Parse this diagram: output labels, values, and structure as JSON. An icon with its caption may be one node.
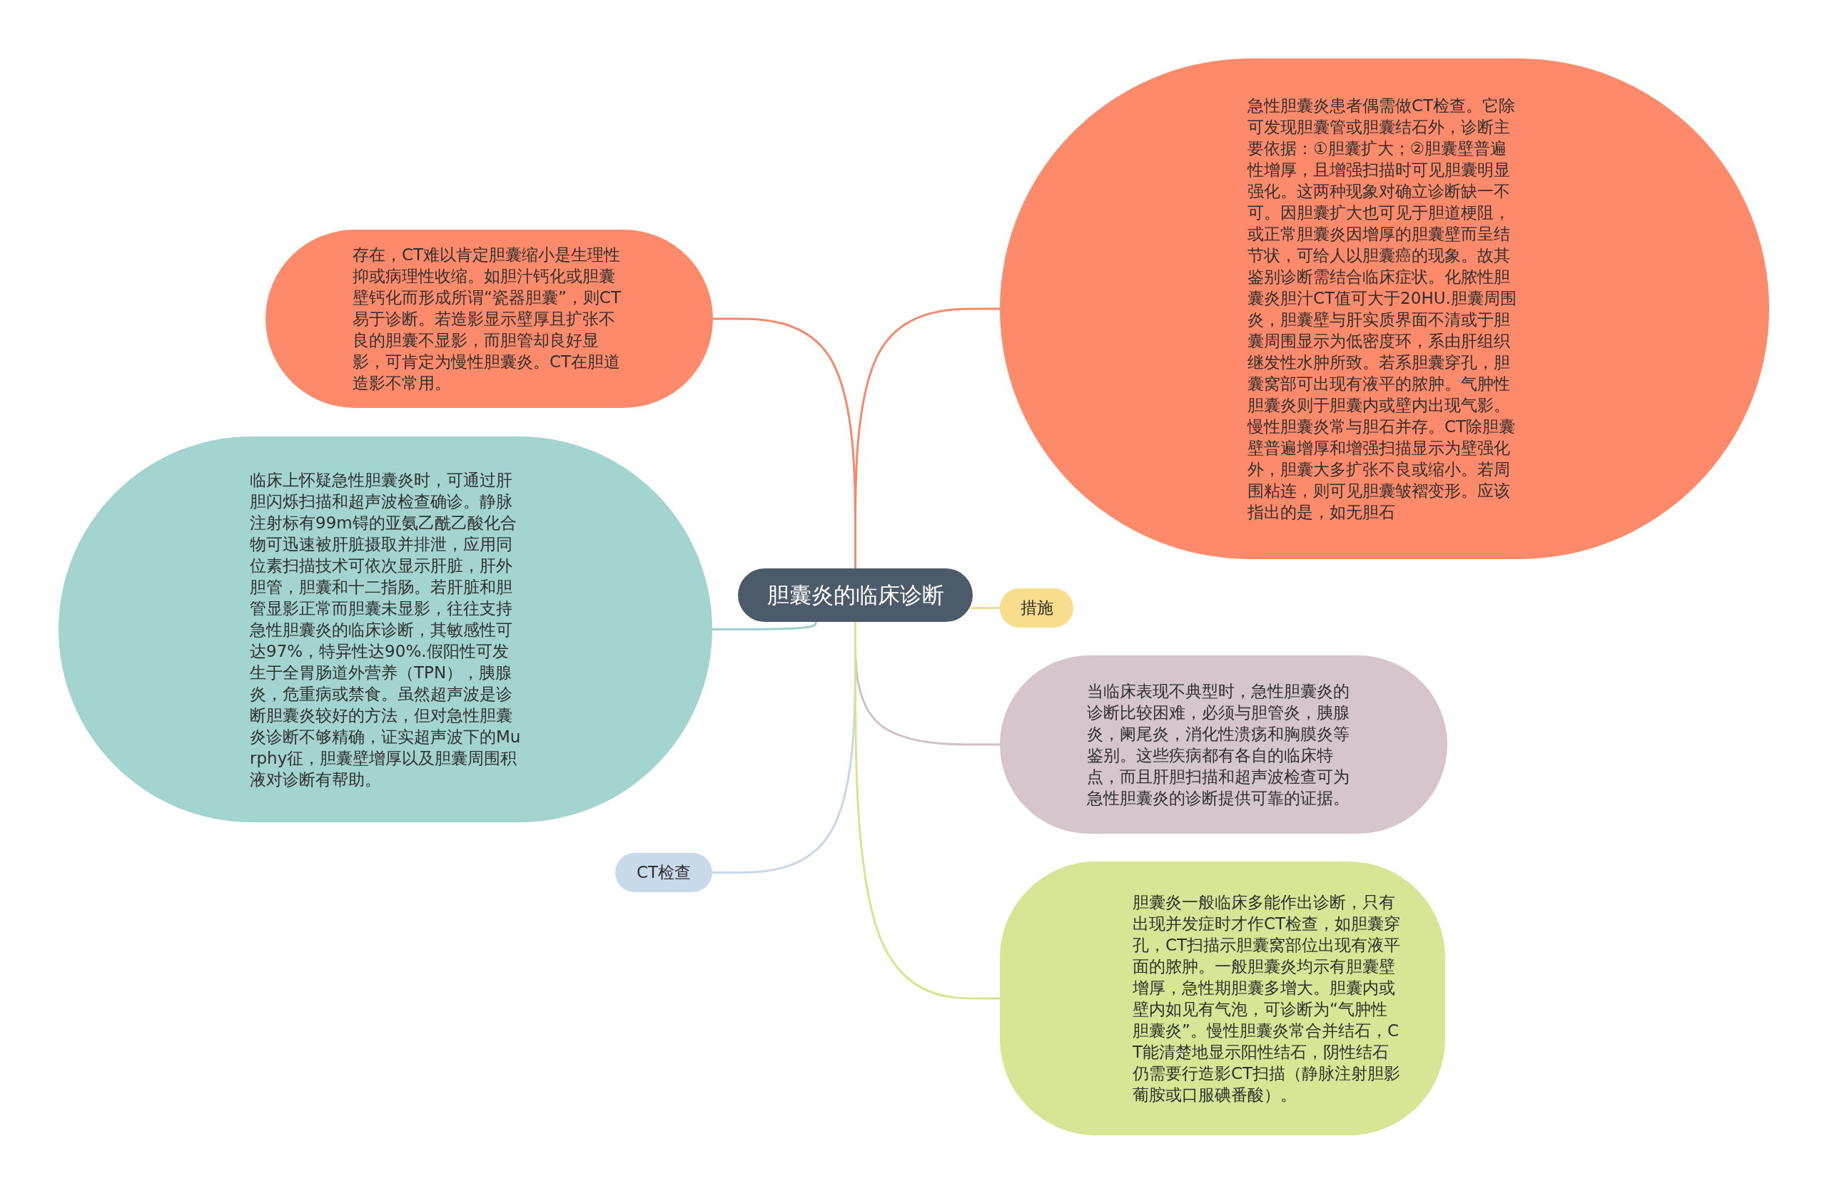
{
  "diagram": {
    "nodes": [
      {
        "text": [
          "胆囊炎的临床诊断"
        ]
      },
      {
        "text": [
          "急性胆囊炎患者偶需做CT检查。它除可发现胆囊管或胆囊结石外，诊断主要依据：①胆囊扩大；②胆囊壁普遍性增厚，且增强扫描时可见胆囊明显强化。这两种现象对确立诊断缺一不可。因胆囊扩大也可见于胆道梗阻，或正常胆囊炎因增厚的胆囊壁而呈结节状，可给人以胆囊癌的现象。故其鉴别诊断需结合临床症状。化脓性胆囊炎胆汁CT值可大于20HU.胆囊周围炎，胆囊壁与肝实质界面不清或于胆囊周围显示为低密度环，系由肝组织继发性水肿所致。若系胆囊穿孔，胆囊窝部可出现有液平的脓肿。气肿性胆囊炎则于胆囊内或壁内出现气影。慢性胆囊炎常与胆石并存。CT除胆囊壁普遍增厚和增强扫描显示为壁强化外，胆囊大多扩张不良或缩小。若周围粘连，则可见胆囊皱褶变形。应该指出的是，如无胆石"
        ]
      },
      {
        "text": [
          "存在，CT难以肯定胆囊缩小是生理性抑或病理性收缩。如胆汁钙化或胆囊壁钙化而形成所谓“瓷器胆囊”，则CT易于诊断。若造影显示壁厚且扩张不良的胆囊不显影，而胆管却良好显影，可肯定为慢性胆囊炎。CT在胆道造影不常用。"
        ]
      },
      {
        "text": [
          "临床上怀疑急性胆囊炎时，可通过肝胆闪烁扫描和超声波检查确诊。静脉注射标有99m锝的亚氨乙酰乙酸化合物可迅速被肝脏摄取并排泄，应用同位素扫描技术可依次显示肝脏，肝外胆管，胆囊和十二指肠。若肝脏和胆管显影正常而胆囊未显影，往往支持急性胆囊炎的临床诊断，其敏感性可达97%，特异性达90%.假阳性可发生于全胃肠道外营养（TPN），胰腺炎，危重病或禁食。虽然超声波是诊断胆囊炎较好的方法，但对急性胆囊炎诊断不够精确，证实超声波下的Murphy征，胆囊壁增厚以及胆囊周围积液对诊断有帮助。"
        ]
      },
      {
        "text": [
          "措施"
        ]
      },
      {
        "text": [
          "当临床表现不典型时，急性胆囊炎的诊断比较困难，必须与胆管炎，胰腺炎，阑尾炎，消化性溃疡和胸膜炎等鉴别。这些疾病都有各自的临床特点，而且肝胆扫描和超声波检查可为急性胆囊炎的诊断提供可靠的证据。"
        ]
      },
      {
        "text": [
          "CT检查"
        ]
      },
      {
        "text": [
          "胆囊炎一般临床多能作出诊断，只有出现并发症时才作CT检查，如胆囊穿孔，CT扫描示胆囊窝部位出现有液平面的脓肿。一般胆囊炎均示有胆囊壁增厚，急性期胆囊多增大。胆囊内或壁内如见有气泡，可诊断为“气肿性胆囊炎”。慢性胆囊炎常合并结石，CT能清楚地显示阳性结石，阴性结石仍需要行造影CT扫描（静脉注射胆影葡胺或口服碘番酸）。"
        ]
      }
    ],
    "edges": [
      {
        "from": 0,
        "to": 1,
        "arrow": "none",
        "color": "#f4896b"
      },
      {
        "from": 0,
        "to": 2,
        "arrow": "none",
        "color": "#f4896b"
      },
      {
        "from": 0,
        "to": 3,
        "arrow": "none",
        "color": "#9ed1cb"
      },
      {
        "from": 0,
        "to": 4,
        "arrow": "none",
        "color": "#f6dc8c"
      },
      {
        "from": 0,
        "to": 5,
        "arrow": "none",
        "color": "#d2bfc8"
      },
      {
        "from": 0,
        "to": 6,
        "arrow": "none",
        "color": "#c6d8e9"
      },
      {
        "from": 0,
        "to": 7,
        "arrow": "none",
        "color": "#d5e68d"
      }
    ]
  }
}
